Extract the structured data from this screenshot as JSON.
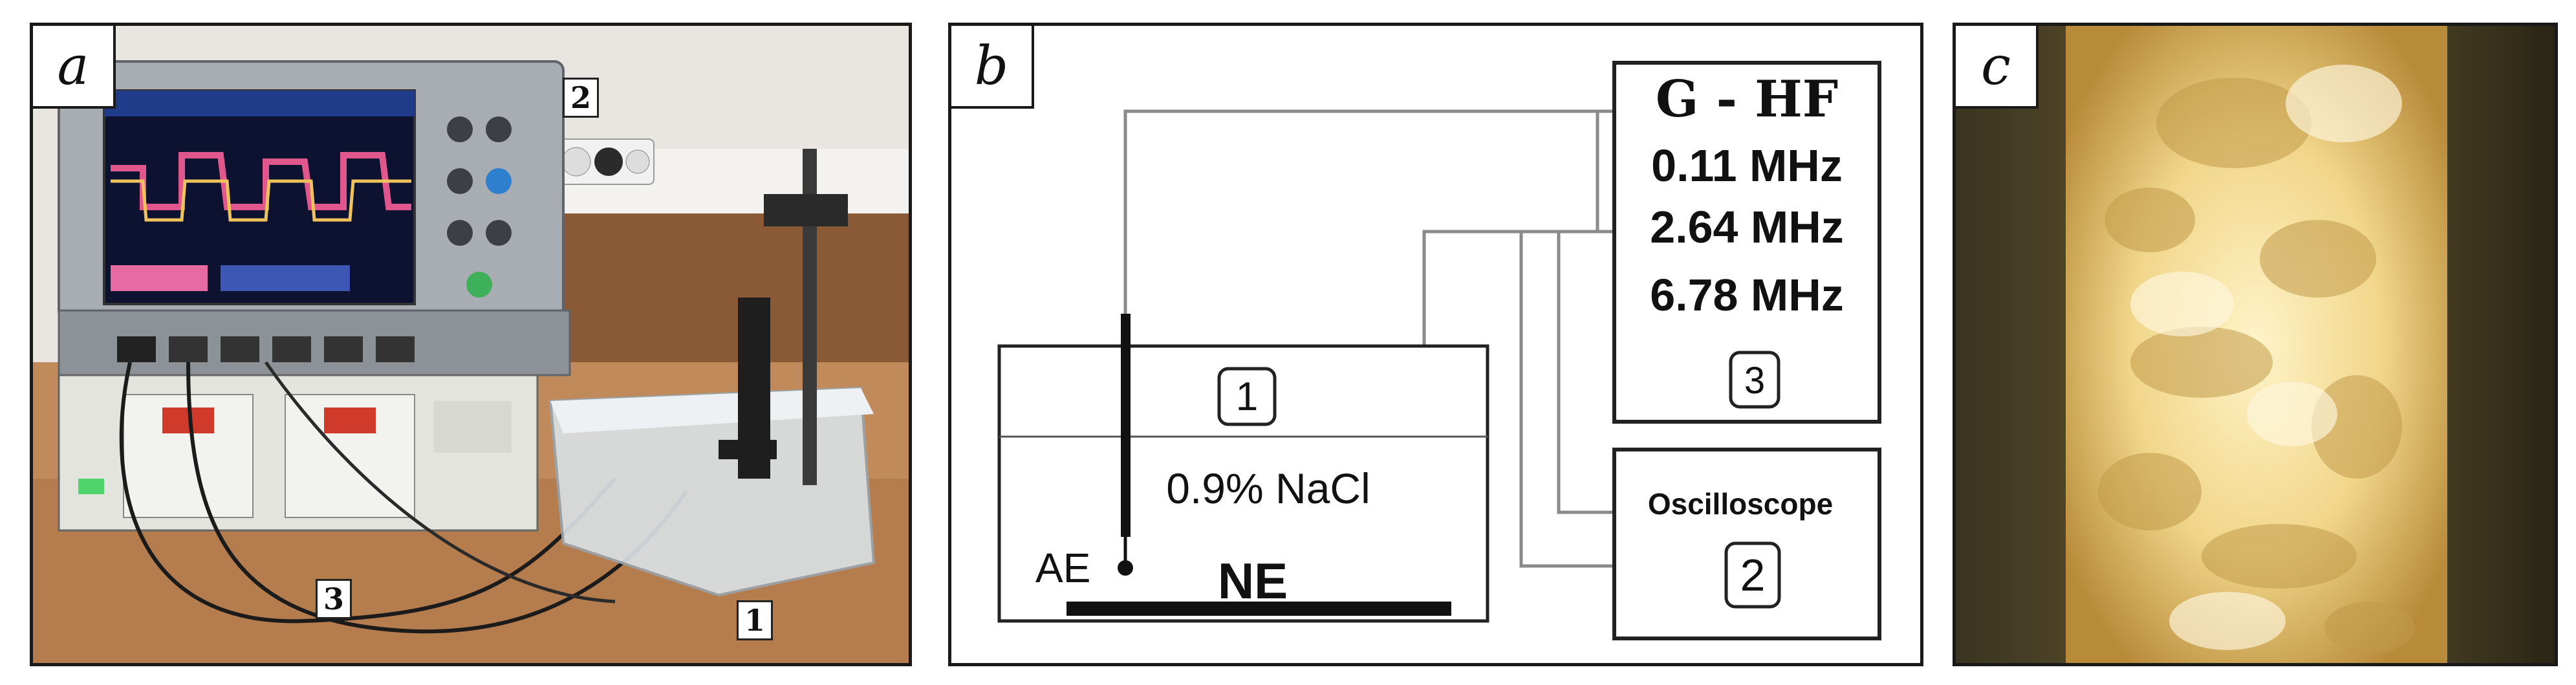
{
  "panels": {
    "a": {
      "letter": "a",
      "markers": {
        "tank": "1",
        "oscilloscope": "2",
        "generator": "3"
      }
    },
    "b": {
      "letter": "b",
      "generator": {
        "title": "G - HF",
        "freqs": [
          "0.11 MHz",
          "2.64 MHz",
          "6.78 MHz"
        ],
        "number": "3"
      },
      "oscilloscope": {
        "label": "Oscilloscope",
        "number": "2"
      },
      "bath": {
        "number": "1",
        "solution": "0.9% NaCl",
        "active_electrode": "AE",
        "neutral_electrode": "NE"
      }
    },
    "c": {
      "letter": "c"
    }
  },
  "colors": {
    "frame": "#1a1a1a",
    "wire": "#8a8a8a",
    "screen_signal": "#e0578e",
    "plasma_glow": "#f1d68a"
  }
}
